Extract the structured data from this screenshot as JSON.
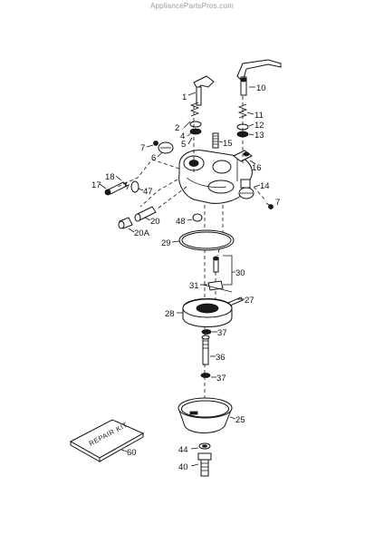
{
  "watermark": "AppliancePartsPros.com",
  "repair_kit_text": "REPAIR KIT",
  "callouts": {
    "p1": "1",
    "p2": "2",
    "p4": "4",
    "p5": "5",
    "p6": "6",
    "p7a": "7",
    "p7b": "7",
    "p10": "10",
    "p11": "11",
    "p12": "12",
    "p13": "13",
    "p14": "14",
    "p15": "15",
    "p16": "16",
    "p17": "17",
    "p18": "18",
    "p20": "20",
    "p20a": "20A",
    "p25": "25",
    "p27": "27",
    "p28": "28",
    "p29": "29",
    "p30": "30",
    "p31": "31",
    "p36": "36",
    "p37a": "37",
    "p37b": "37",
    "p40": "40",
    "p44": "44",
    "p47": "47",
    "p48": "48",
    "p60": "60"
  }
}
